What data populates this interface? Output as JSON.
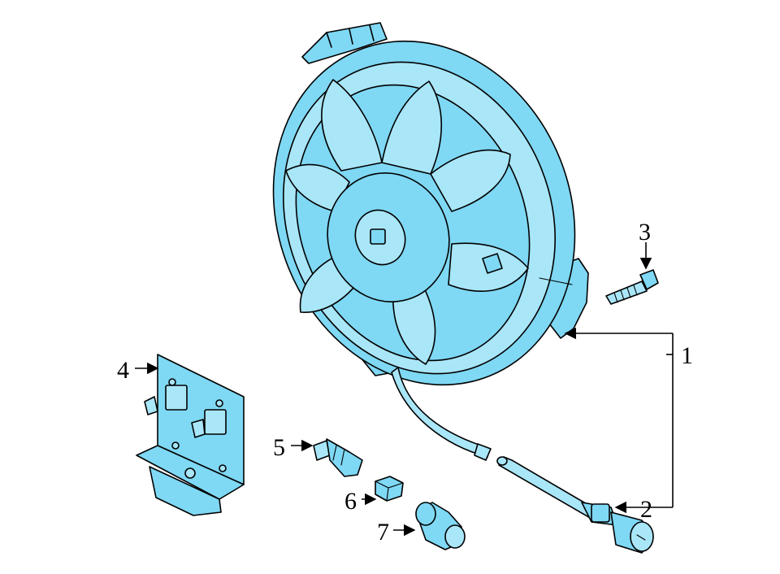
{
  "diagram": {
    "colors": {
      "part_fill": "#7fd8f4",
      "part_fill_light": "#a9e6f8",
      "outline": "#000000",
      "background": "#ffffff"
    },
    "callouts": [
      {
        "id": "1",
        "label": "1",
        "part": "fan-assembly"
      },
      {
        "id": "2",
        "label": "2",
        "part": "temperature-sensor-lead"
      },
      {
        "id": "3",
        "label": "3",
        "part": "mounting-bolt"
      },
      {
        "id": "4",
        "label": "4",
        "part": "control-module"
      },
      {
        "id": "5",
        "label": "5",
        "part": "temperature-switch"
      },
      {
        "id": "6",
        "label": "6",
        "part": "clip"
      },
      {
        "id": "7",
        "label": "7",
        "part": "connector-plug"
      }
    ]
  }
}
